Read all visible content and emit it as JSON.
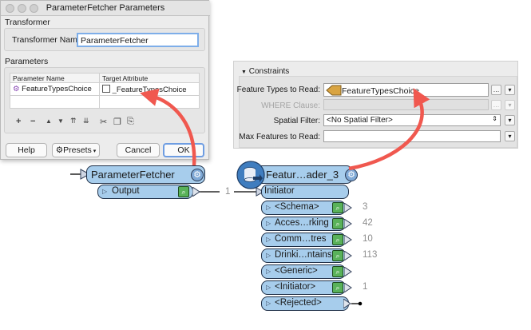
{
  "dialog": {
    "title": "ParameterFetcher Parameters",
    "transformer_section": "Transformer",
    "name_label": "Transformer Name:",
    "name_value": "ParameterFetcher",
    "parameters_section": "Parameters",
    "table": {
      "headers": [
        "Parameter Name",
        "Target Attribute"
      ],
      "rows": [
        [
          "FeatureTypesChoice",
          "_FeatureTypesChoice"
        ]
      ]
    },
    "toolbar_icons": [
      "add-icon",
      "remove-icon",
      "move-up-icon",
      "move-down-icon",
      "move-top-icon",
      "move-bottom-icon",
      "cut-icon",
      "copy-icon",
      "paste-icon"
    ],
    "buttons": {
      "help": "Help",
      "presets": "Presets",
      "cancel": "Cancel",
      "ok": "OK"
    }
  },
  "constraints": {
    "section": "Constraints",
    "fields": [
      {
        "label": "Feature Types to Read:",
        "value": "FeatureTypesChoice"
      },
      {
        "label": "WHERE Clause:",
        "value": ""
      },
      {
        "label": "Spatial Filter:",
        "value": "<No Spatial Filter>"
      },
      {
        "label": "Max Features to Read:",
        "value": ""
      }
    ]
  },
  "workspace": {
    "fetcher": {
      "name": "ParameterFetcher",
      "output": "Output",
      "connection_count": "1"
    },
    "reader": {
      "name": "Featur…ader_3",
      "input": "Initiator",
      "ports": [
        {
          "label": "<Schema>",
          "count": "3"
        },
        {
          "label": "Acces…rking",
          "count": "42"
        },
        {
          "label": "Comm…tres",
          "count": "10"
        },
        {
          "label": "Drinki…ntains",
          "count": "113"
        },
        {
          "label": "<Generic>",
          "count": ""
        },
        {
          "label": "<Initiator>",
          "count": "1"
        },
        {
          "label": "<Rejected>",
          "count": ""
        }
      ]
    }
  },
  "colors": {
    "node_fill": "#a7cdec",
    "arrow": "#f0584f",
    "inspect": "#59b25a"
  }
}
